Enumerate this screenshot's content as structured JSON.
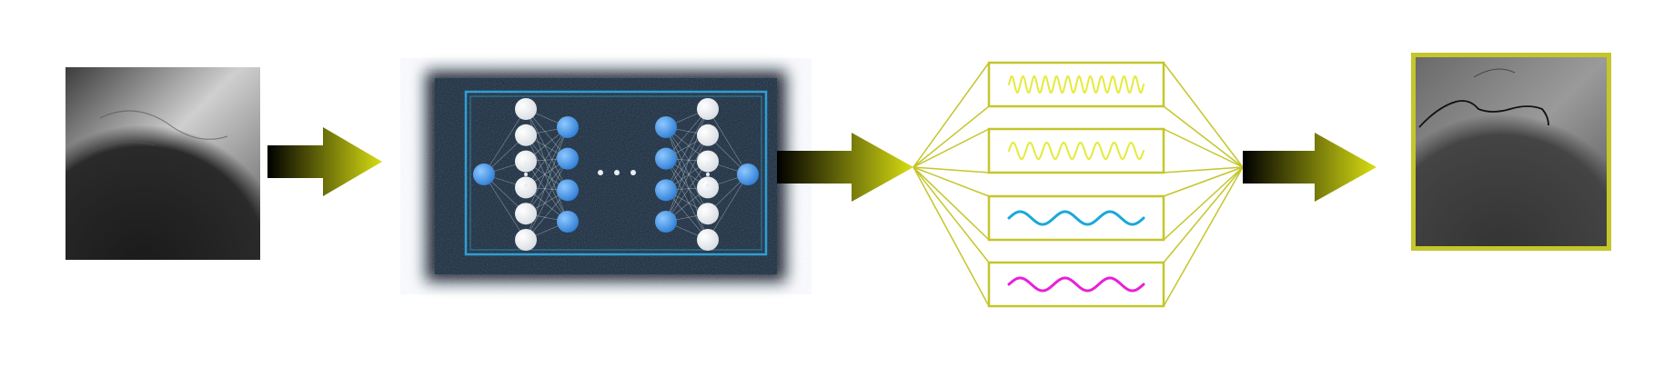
{
  "diagram": {
    "stages": [
      {
        "id": "input-angiogram",
        "kind": "image"
      },
      {
        "id": "neural-network",
        "kind": "network"
      },
      {
        "id": "frequency-components",
        "kind": "wave-set"
      },
      {
        "id": "output-angiogram",
        "kind": "image"
      }
    ],
    "network": {
      "layer_sizes": [
        1,
        6,
        4,
        4,
        6,
        1
      ],
      "layer_colors": [
        "blue",
        "white",
        "blue",
        "blue",
        "white",
        "blue"
      ],
      "has_ellipsis_between_layers": true
    },
    "waves": [
      {
        "color": "#e6ea3a",
        "cycles": 12
      },
      {
        "color": "#e6ea3a",
        "cycles": 8
      },
      {
        "color": "#1aa8d8",
        "cycles": 3
      },
      {
        "color": "#e81fd8",
        "cycles": 3
      }
    ],
    "colors": {
      "arrow_start": "#000000",
      "arrow_end": "#d8de12",
      "accent": "#c4c62a",
      "network_frame": "#2f9fd6",
      "node_blue": "#3d8ee0",
      "node_white": "#ffffff"
    }
  }
}
